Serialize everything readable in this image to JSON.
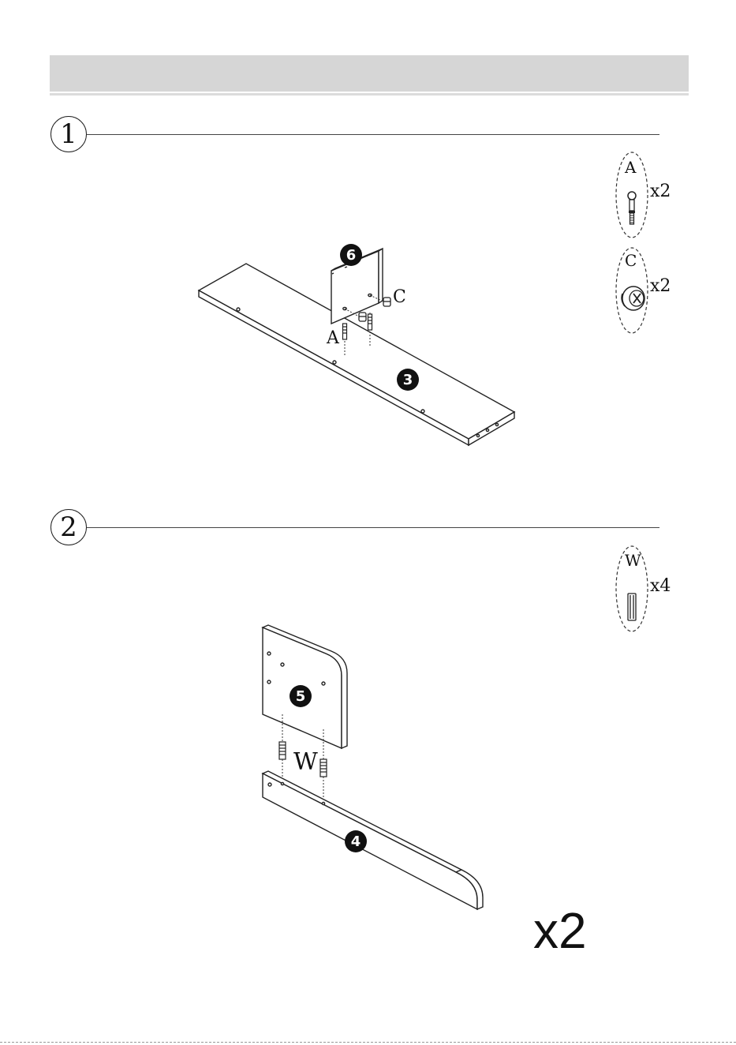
{
  "steps": [
    {
      "number": "1",
      "hardware": [
        {
          "letter": "A",
          "qty": "x2",
          "icon": "cam-bolt-icon"
        },
        {
          "letter": "C",
          "qty": "x2",
          "icon": "cam-lock-icon"
        }
      ],
      "labels": {
        "a": "A",
        "c": "C"
      },
      "parts": [
        "6",
        "3"
      ]
    },
    {
      "number": "2",
      "hardware": [
        {
          "letter": "W",
          "qty": "x4",
          "icon": "wooden-dowel-icon"
        }
      ],
      "labels": {
        "w": "W"
      },
      "parts": [
        "5",
        "4"
      ],
      "repeat": "x2"
    }
  ]
}
